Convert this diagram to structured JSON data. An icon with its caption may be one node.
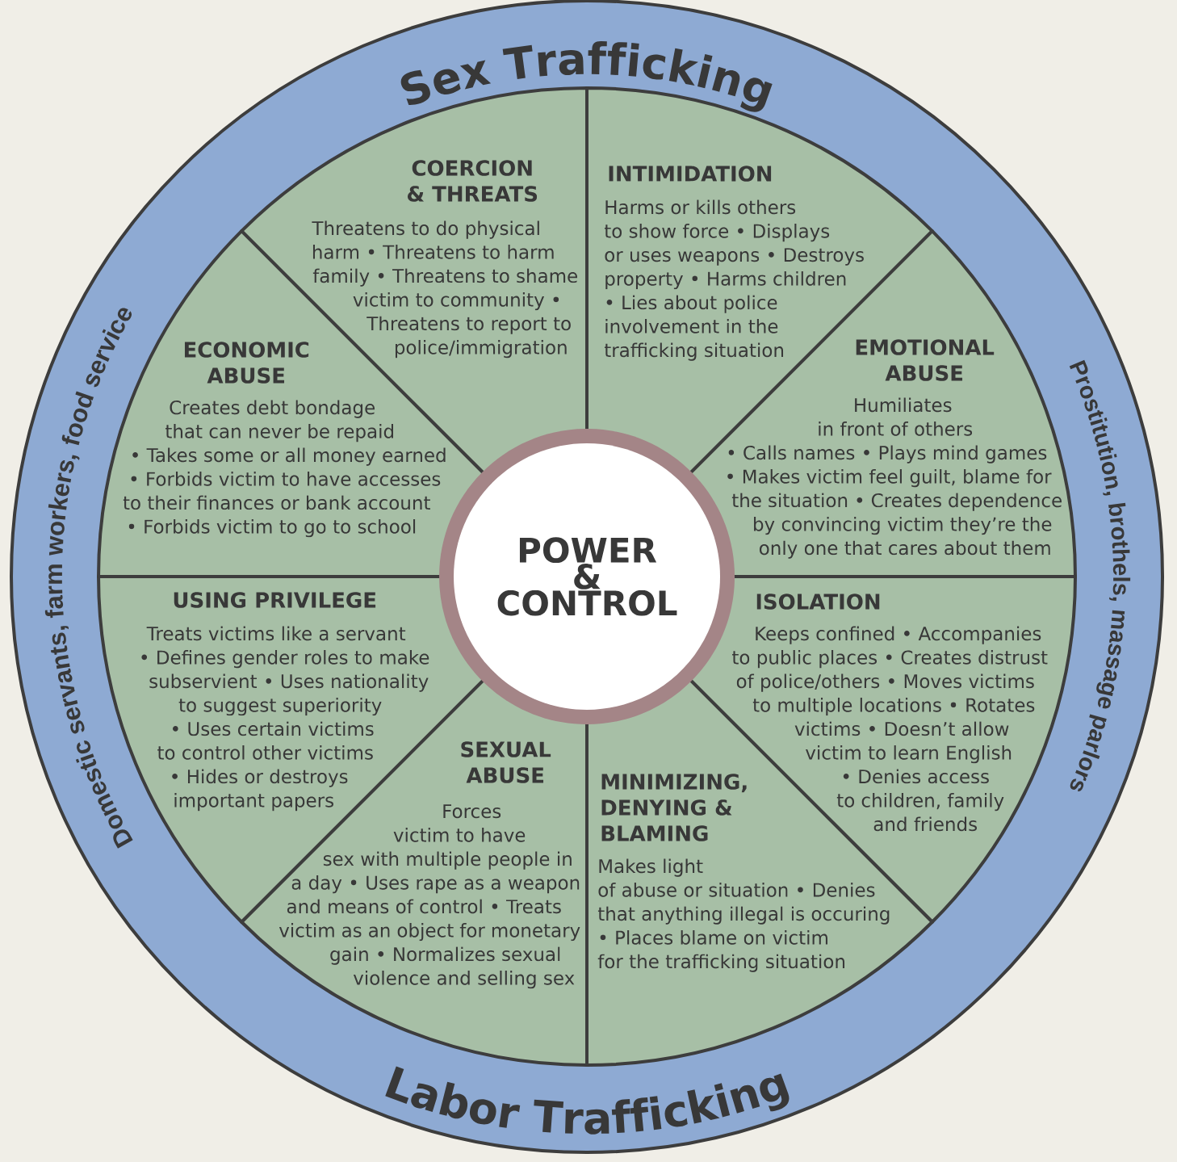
{
  "diagram": {
    "nodes": [
      {
        "text": [
          "Sex Trafficking",
          "Prostitution, brothels, massage parlors",
          "Labor Trafficking",
          "Domestic servants, farm workers, food service"
        ]
      },
      {
        "text": [
          "POWER & CONTROL"
        ],
        "in": 0
      },
      {
        "text": [
          "COERCION & THREATS",
          "Threatens to do physical harm • Threatens to harm family • Threatens to shame victim to community • Threatens to report to police/immigration"
        ],
        "in": 0
      },
      {
        "text": [
          "INTIMIDATION",
          "Harms or kills others to show force • Displays or uses weapons • Destroys property • Harms children • Lies about police involvement in the trafficking situation"
        ],
        "in": 0
      },
      {
        "text": [
          "EMOTIONAL ABUSE",
          "Humiliates in front of others • Calls names • Plays mind games • Makes victim feel guilt, blame for the situation • Creates dependence by convincing victim they’re the only one that cares about them"
        ],
        "in": 0
      },
      {
        "text": [
          "ISOLATION",
          "Keeps confined • Accompanies to public places • Creates distrust of police/others • Moves victims to multiple locations • Rotates victims • Doesn’t allow victim to learn English • Denies access to children, family and friends"
        ],
        "in": 0
      },
      {
        "text": [
          "MINIMIZING, DENYING & BLAMING",
          "Makes light of abuse or situation • Denies that anything illegal is occuring • Places blame on victim for the trafficking situation"
        ],
        "in": 0
      },
      {
        "text": [
          "SEXUAL ABUSE",
          "Forces victim to have sex with multiple people in a day • Uses rape as a weapon and means of control • Treats victim as an object for monetary gain • Normalizes sexual violence and selling sex"
        ],
        "in": 0
      },
      {
        "text": [
          "USING PRIVILEGE",
          "Treats victims like a servant • Defines gender roles to make subservient • Uses nationality to suggest superiority • Uses certain victims to control other victims • Hides or destroys important papers"
        ],
        "in": 0
      },
      {
        "text": [
          "ECONOMIC ABUSE",
          "Creates debt bondage that can never be repaid • Takes some or all money earned • Forbids victim to have accesses to their finances or bank account • Forbids victim to go to school"
        ],
        "in": 0
      }
    ]
  }
}
